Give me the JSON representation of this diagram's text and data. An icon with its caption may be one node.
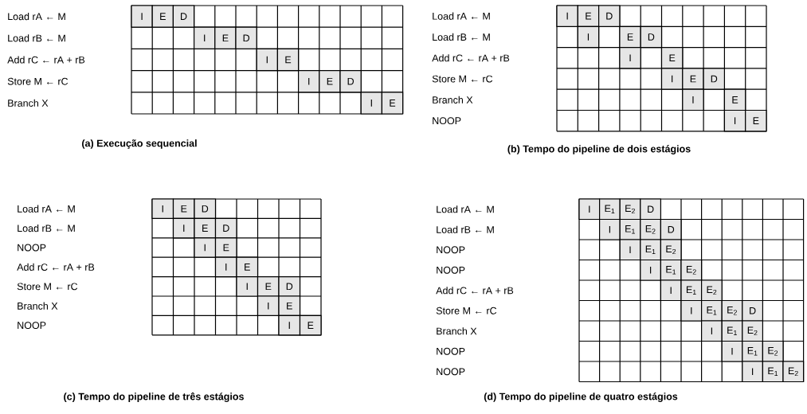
{
  "diagram": {
    "labels": [
      "Load rA ← M",
      "Load rB ← M",
      "Add rC ← rA + rB",
      "Store M ← rC",
      "Branch X",
      "I",
      "E",
      "D",
      "I",
      "E",
      "D",
      "I",
      "E",
      "I",
      "E",
      "D",
      "I",
      "E",
      "(a) Execução sequencial",
      "Load rA ← M",
      "Load rB ← M",
      "Add rC ← rA + rB",
      "Store M ← rC",
      "Branch X",
      "NOOP",
      "I",
      "E",
      "D",
      "I",
      "E",
      "D",
      "I",
      "E",
      "I",
      "E",
      "D",
      "I",
      "E",
      "I",
      "E",
      "(b) Tempo do pipeline de dois estágios",
      "Load rA ← M",
      "Load rB ← M",
      "NOOP",
      "Add rC ← rA + rB",
      "Store M ← rC",
      "Branch X",
      "NOOP",
      "I",
      "E",
      "D",
      "I",
      "E",
      "D",
      "I",
      "E",
      "I",
      "E",
      "I",
      "E",
      "D",
      "I",
      "E",
      "I",
      "E",
      "(c) Tempo do pipeline de três estágios",
      "Load rA ← M",
      "Load rB ← M",
      "NOOP",
      "NOOP",
      "Add rC ← rA + rB",
      "Store M ← rC",
      "Branch X",
      "NOOP",
      "NOOP",
      "I",
      "E$_{1}$",
      "E$_{2}$",
      "D",
      "I",
      "E$_{1}$",
      "E$_{2}$",
      "D",
      "I",
      "E$_{1}$",
      "E$_{2}$",
      "I",
      "E$_{1}$",
      "E$_{2}$",
      "I",
      "E$_{1}$",
      "E$_{2}$",
      "I",
      "E$_{1}$",
      "E$_{2}$",
      "D",
      "I",
      "E$_{1}$",
      "E$_{2}$",
      "I",
      "E$_{1}$",
      "E$_{2}$",
      "I",
      "E$_{1}$",
      "E$_{2}$",
      "(d) Tempo do pipeline de quatro estágios"
    ]
  }
}
